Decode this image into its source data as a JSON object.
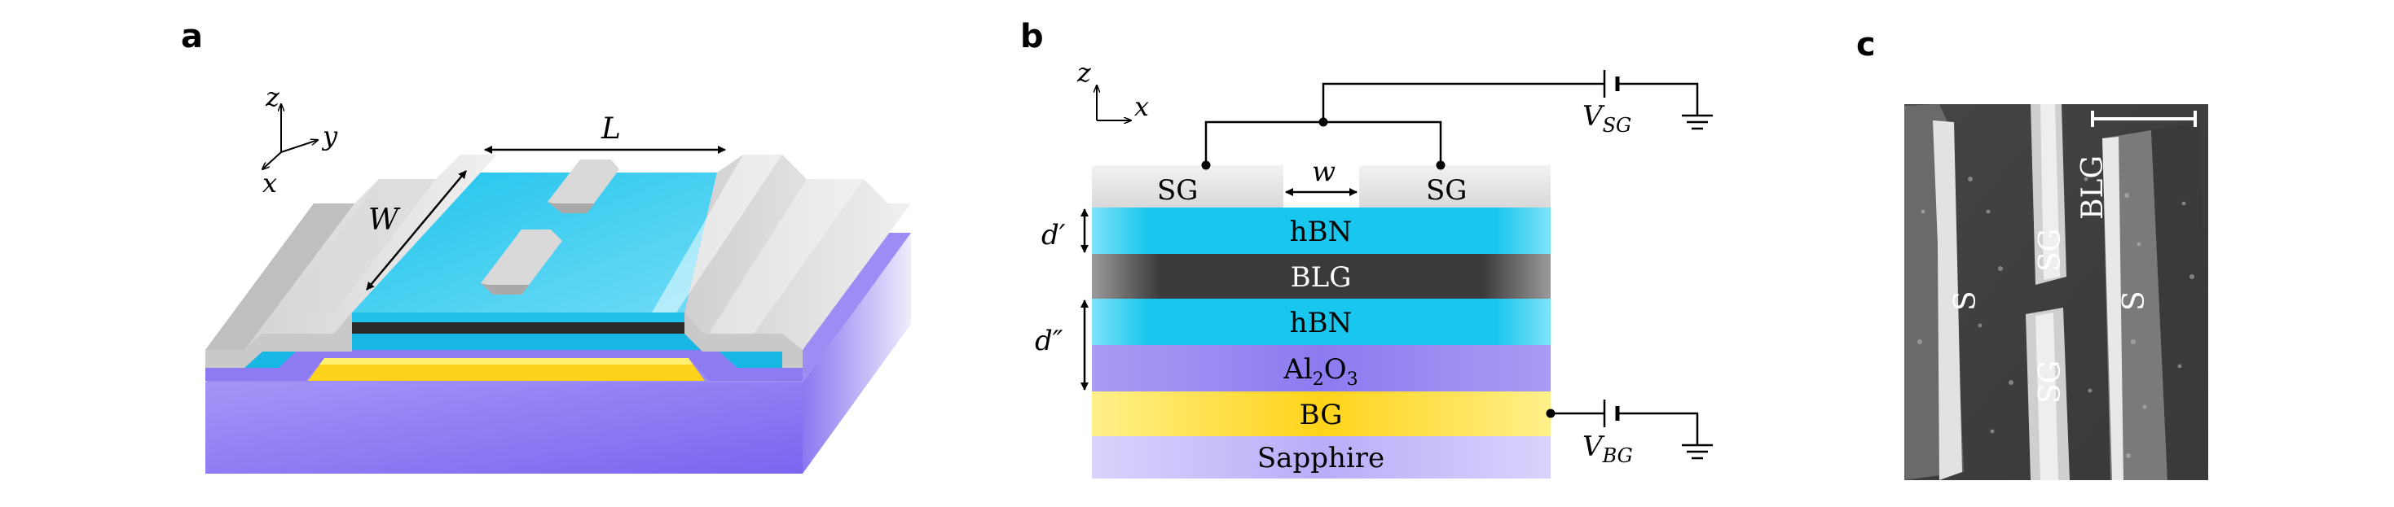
{
  "panels": {
    "a": {
      "label": "a",
      "axes": {
        "z": "z",
        "y": "y",
        "x": "x"
      },
      "dims": {
        "L": "L",
        "W": "W"
      }
    },
    "b": {
      "label": "b",
      "axes": {
        "z": "z",
        "x": "x"
      },
      "w": "w",
      "d_prime": "d′",
      "d_double_prime": "d″",
      "v_sg": {
        "main": "V",
        "sub": "SG"
      },
      "v_bg": {
        "main": "V",
        "sub": "BG"
      },
      "gate_left": "SG",
      "gate_right": "SG",
      "layers": {
        "hbn_top": "hBN",
        "blg": "BLG",
        "hbn_bottom": "hBN",
        "al2o3": {
          "a": "Al",
          "a_sub": "2",
          "b": "O",
          "b_sub": "3"
        },
        "bg": "BG",
        "sapphire": "Sapphire"
      },
      "colors": {
        "hbn": "#19c6ee",
        "blg": "#3b3b3b",
        "al2o3": "#8f7df0",
        "bg": "#ffd91a",
        "sapphire": "#c7bdfb",
        "gate": "#e6e6e6"
      }
    },
    "c": {
      "label": "c",
      "labels": {
        "s_left": "S",
        "s_right": "S",
        "sg_top": "SG",
        "sg_bottom": "SG",
        "blg": "BLG"
      }
    }
  }
}
